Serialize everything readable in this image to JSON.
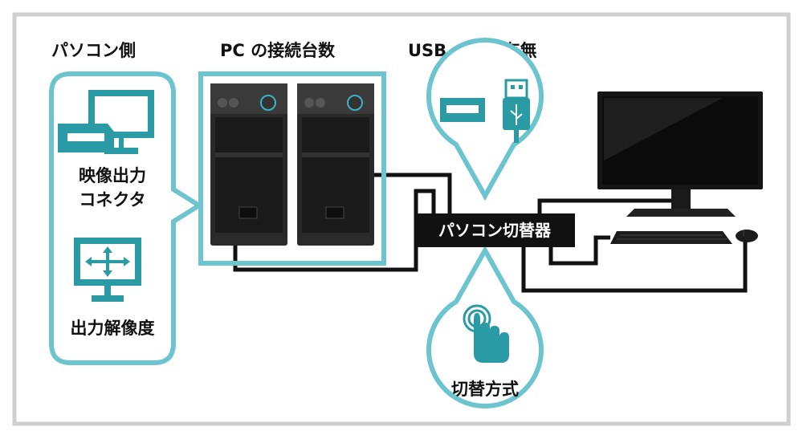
{
  "labels": {
    "pc_side": "パソコン側",
    "pc_count": "PC の接続台数",
    "usb_hub": "USB ハブの有無",
    "video_line1": "映像出力",
    "video_line2": "コネクタ",
    "resolution": "出力解像度",
    "switcher": "パソコン切替器",
    "switch_method": "切替方式"
  },
  "colors": {
    "teal": "#6cc4cf",
    "icon_teal": "#2a9aa4",
    "frame": "#cfcfcf",
    "black": "#111111"
  },
  "icons": [
    "video-connector-icon",
    "resolution-icon",
    "usb-port-icon",
    "usb-plug-icon",
    "tap-finger-icon"
  ]
}
